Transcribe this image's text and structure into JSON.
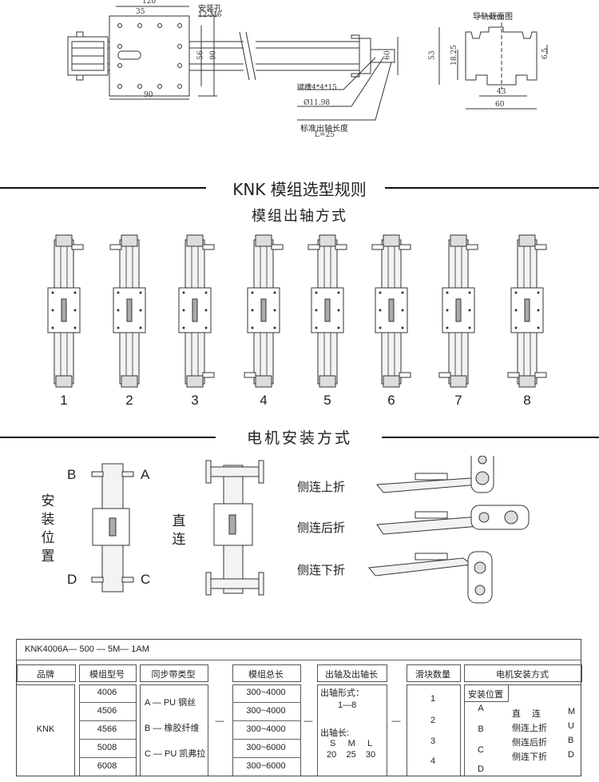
{
  "top_drawing": {
    "dim_120": "120",
    "dim_35": "35",
    "mount_hole_label": "安装孔",
    "mount_hole_spec": "12-M6",
    "dim_56": "56",
    "dim_90_v": "90",
    "dim_60_v": "60",
    "dim_90_h": "90",
    "keyway": "键槽4*4*15",
    "shaft_dia": "Ø11.98",
    "shaft_len_label": "标准出轴长度",
    "shaft_len_value": "L=25",
    "rail_section_label": "导轨截面图",
    "dim_53": "53",
    "dim_18_25": "18.25",
    "dim_6_5": "6.5",
    "dim_43": "43",
    "dim_60_h": "60"
  },
  "section_rules": {
    "title": "KNK 模组选型规则"
  },
  "section_shaft": {
    "title": "模组出轴方式",
    "numbers": [
      "1",
      "2",
      "3",
      "4",
      "5",
      "6",
      "7",
      "8"
    ]
  },
  "section_motor": {
    "title": "电机安装方式",
    "install_pos_label": [
      "安",
      "装",
      "位",
      "置"
    ],
    "letters": {
      "B": "B",
      "A": "A",
      "D": "D",
      "C": "C"
    },
    "direct_label": [
      "直",
      "连"
    ],
    "side_up": "侧连上折",
    "side_back": "侧连后折",
    "side_down": "侧连下折"
  },
  "table": {
    "code": "KNK4006A— 500 — 5M— 1AM",
    "headers": [
      "品牌",
      "模组型号",
      "同步带类型",
      "模组总长",
      "出轴及出轴长",
      "滑块数量",
      "电机安装方式"
    ],
    "brand": "KNK",
    "models": [
      "4006",
      "4506",
      "4566",
      "5008",
      "6008"
    ],
    "belt_types": [
      "A — PU 钢丝",
      "B — 橡胶纤维",
      "C — PU 凯弗拉"
    ],
    "lengths": [
      "300~4000",
      "300~4000",
      "300~4000",
      "300~6000",
      "300~6000"
    ],
    "dash": "—",
    "shaft_form_label": "出轴形式：",
    "shaft_form_range": "1—8",
    "shaft_len_label": "出轴长:",
    "shaft_len_codes": "S     M     L",
    "shaft_len_values": "20    25    30",
    "slider_counts": [
      "1",
      "2",
      "3",
      "4"
    ],
    "install_pos_header": "安装位置",
    "install_positions": [
      "A",
      "B",
      "C",
      "D"
    ],
    "motor_modes": [
      {
        "name": "直　 连",
        "code": "M"
      },
      {
        "name": "侧连上折",
        "code": "U"
      },
      {
        "name": "侧连后折",
        "code": "B"
      },
      {
        "name": "侧连下折",
        "code": "D"
      }
    ]
  }
}
